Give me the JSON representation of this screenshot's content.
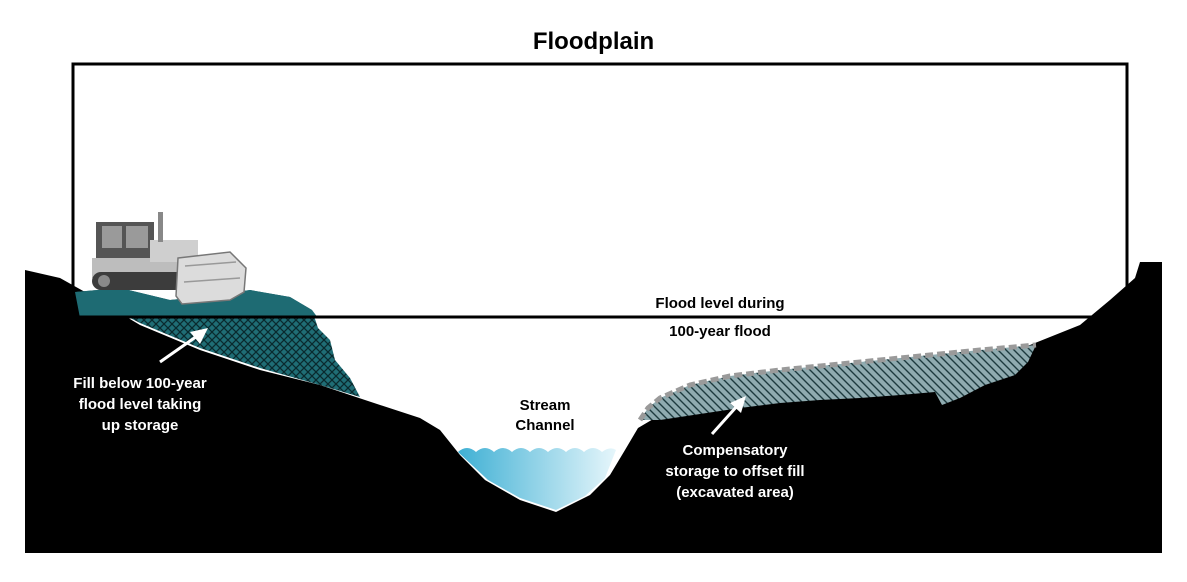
{
  "title": "Floodplain",
  "flood_level": {
    "line1": "Flood level during",
    "line2": "100-year flood"
  },
  "fill_label": {
    "line1": "Fill below 100-year",
    "line2": "flood level taking",
    "line3": "up storage"
  },
  "stream_label": {
    "line1": "Stream",
    "line2": "Channel"
  },
  "comp_label": {
    "line1": "Compensatory",
    "line2": "storage to offset fill",
    "line3": "(excavated area)"
  },
  "colors": {
    "ground": "#000000",
    "fill": "#1e6b73",
    "water": "#4fb8d8",
    "excavated": "#8aa6ab",
    "dashed_outline": "#9a9a9a",
    "bulldozer": "#c8c8c8"
  },
  "icons": {
    "machine": "bulldozer-icon"
  }
}
